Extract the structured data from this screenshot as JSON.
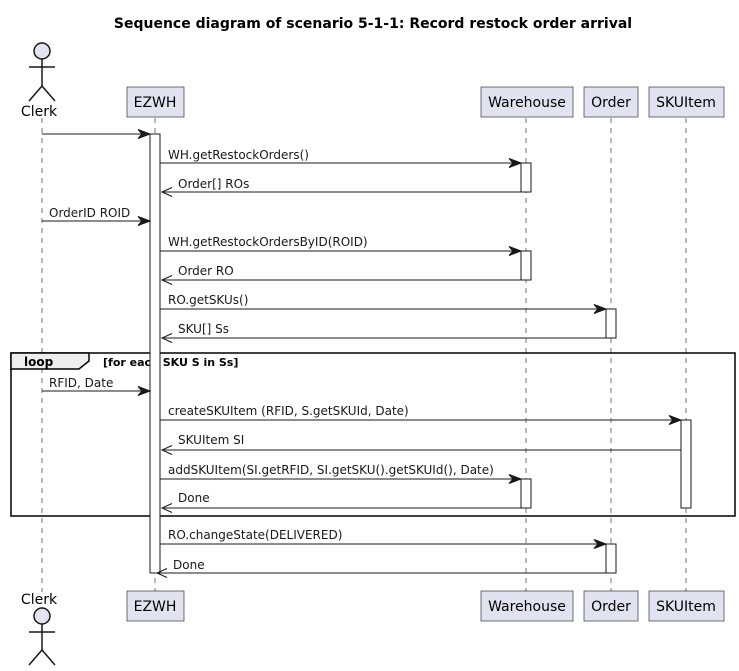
{
  "title": "Sequence diagram of scenario 5-1-1: Record restock order arrival",
  "participants": [
    {
      "id": "clerk",
      "label": "Clerk",
      "kind": "actor"
    },
    {
      "id": "ezwh",
      "label": "EZWH",
      "kind": "box"
    },
    {
      "id": "warehouse",
      "label": "Warehouse",
      "kind": "box"
    },
    {
      "id": "order",
      "label": "Order",
      "kind": "box"
    },
    {
      "id": "skuitem",
      "label": "SKUItem",
      "kind": "box"
    }
  ],
  "messages": [
    {
      "label": "",
      "from": "clerk",
      "to": "ezwh",
      "type": "call"
    },
    {
      "label": "WH.getRestockOrders()",
      "from": "ezwh",
      "to": "warehouse",
      "type": "call"
    },
    {
      "label": "Order[] ROs",
      "from": "warehouse",
      "to": "ezwh",
      "type": "return"
    },
    {
      "label": "OrderID ROID",
      "from": "clerk",
      "to": "ezwh",
      "type": "call"
    },
    {
      "label": "WH.getRestockOrdersByID(ROID)",
      "from": "ezwh",
      "to": "warehouse",
      "type": "call"
    },
    {
      "label": "Order RO",
      "from": "warehouse",
      "to": "ezwh",
      "type": "return"
    },
    {
      "label": "RO.getSKUs()",
      "from": "ezwh",
      "to": "order",
      "type": "call"
    },
    {
      "label": "SKU[] Ss",
      "from": "order",
      "to": "ezwh",
      "type": "return"
    },
    {
      "label": "RFID, Date",
      "from": "clerk",
      "to": "ezwh",
      "type": "call"
    },
    {
      "label": "createSKUItem (RFID, S.getSKUId, Date)",
      "from": "ezwh",
      "to": "skuitem",
      "type": "call"
    },
    {
      "label": "SKUItem SI",
      "from": "skuitem",
      "to": "ezwh",
      "type": "return"
    },
    {
      "label": "addSKUItem(SI.getRFID, SI.getSKU().getSKUId(), Date)",
      "from": "ezwh",
      "to": "warehouse",
      "type": "call"
    },
    {
      "label": "Done",
      "from": "warehouse",
      "to": "ezwh",
      "type": "return"
    },
    {
      "label": "RO.changeState(DELIVERED)",
      "from": "ezwh",
      "to": "order",
      "type": "call"
    },
    {
      "label": "Done",
      "from": "order",
      "to": "ezwh",
      "type": "return"
    }
  ],
  "fragment": {
    "keyword": "loop",
    "condition": "[for each SKU S in Ss]"
  },
  "colors": {
    "participant_fill": "#E2E2F0",
    "participant_stroke": "#181818",
    "line": "#181818",
    "lifeline": "#181818"
  }
}
